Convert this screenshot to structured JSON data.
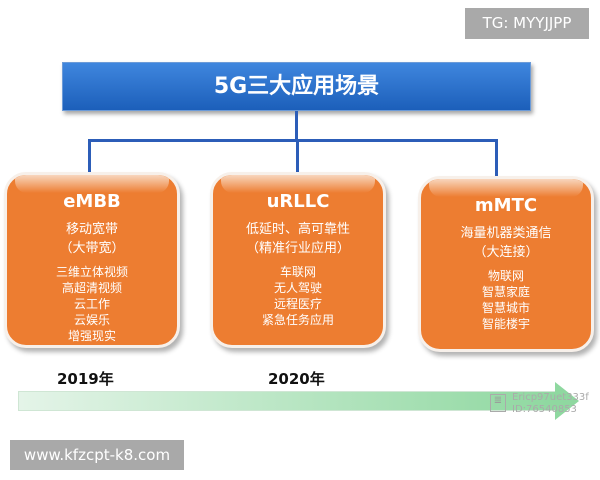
{
  "tg_badge": "TG: MYYJJPP",
  "title": "5G三大应用场景",
  "scenarios": [
    {
      "name": "eMBB",
      "sub1": "移动宽带",
      "sub2": "（大带宽）",
      "items": [
        "三维立体视频",
        "高超清视频",
        "云工作",
        "云娱乐",
        "增强现实"
      ]
    },
    {
      "name": "uRLLC",
      "sub1": "低延时、高可靠性",
      "sub2": "（精准行业应用）",
      "items": [
        "车联网",
        "无人驾驶",
        "远程医疗",
        "紧急任务应用"
      ]
    },
    {
      "name": "mMTC",
      "sub1": "海量机器类通信",
      "sub2": "（大连接）",
      "items": [
        "物联网",
        "智慧家庭",
        "智慧城市",
        "智能楼宇"
      ]
    }
  ],
  "timeline": {
    "years": [
      "2019年",
      "2020年"
    ]
  },
  "watermark": {
    "line1": "Ericp97uet333f",
    "line2": "ID:76540853"
  },
  "site": "www.kfzcpt-k8.com",
  "colors": {
    "title": "#1c5fba",
    "box": "#ed7d31",
    "arrow": "#8fd8a0"
  }
}
